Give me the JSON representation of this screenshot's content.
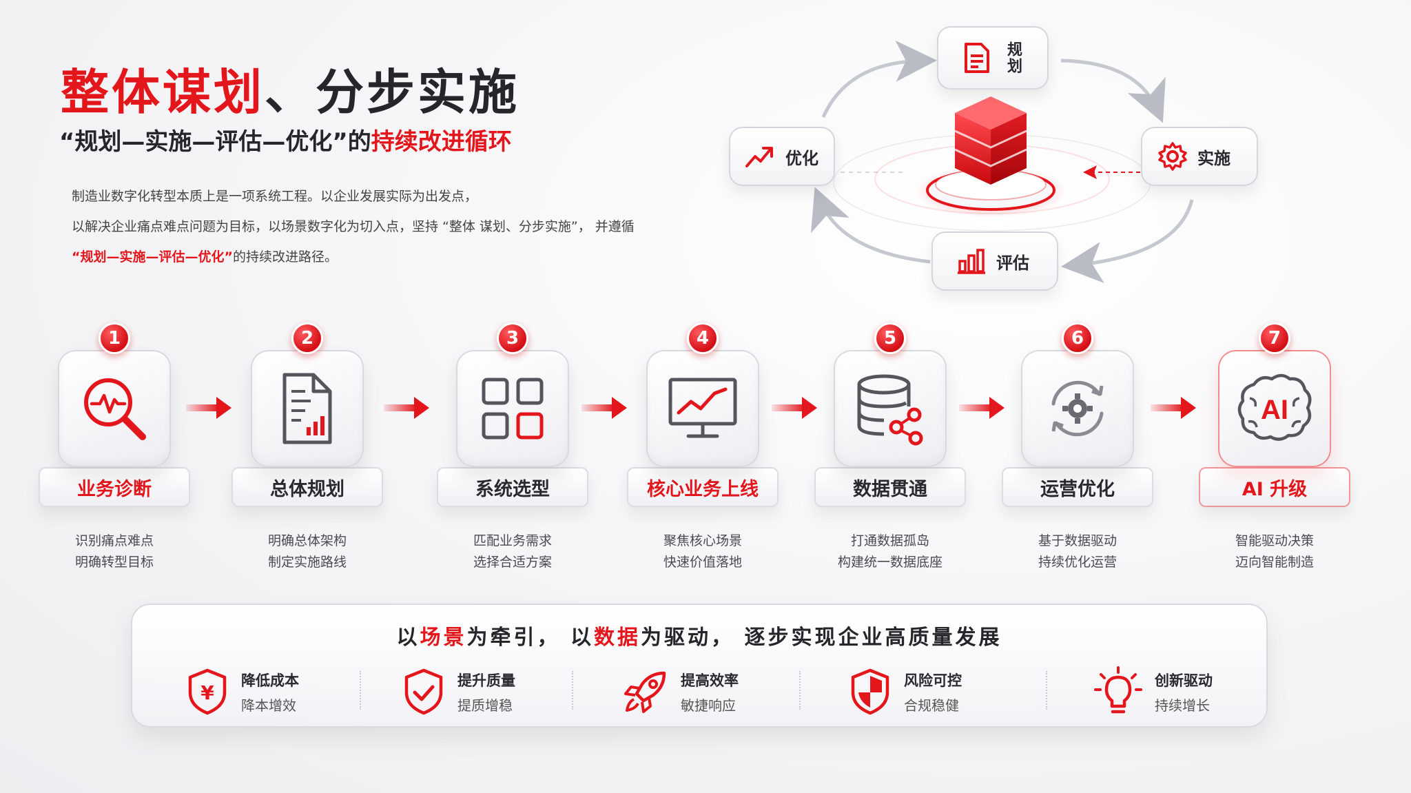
{
  "header": {
    "title_red": "整体谋划",
    "title_dark": "、分步实施",
    "subtitle_pre": "“规划—实施—评估—优化”的",
    "subtitle_red": "持续改进循环",
    "para1": "制造业数字化转型本质上是一项系统工程。以企业发展实际为出发点，",
    "para2": "以解决企业痛点难点问题为目标，以场景数字化为切入点，坚持 “整体 谋划、分步实施”， 并遵循",
    "para3_red": "“规划—实施—评估—优化”",
    "para3_rest": "的持续改进路径。"
  },
  "cycle": {
    "plan": "规划",
    "implement": "实施",
    "evaluate": "评估",
    "optimize": "优化"
  },
  "steps": [
    {
      "num": "1",
      "title": "业务诊断",
      "desc1": "识别痛点难点",
      "desc2": "明确转型目标",
      "icon": "search-pulse-icon"
    },
    {
      "num": "2",
      "title": "总体规划",
      "desc1": "明确总体架构",
      "desc2": "制定实施路线",
      "icon": "document-chart-icon"
    },
    {
      "num": "3",
      "title": "系统选型",
      "desc1": "匹配业务需求",
      "desc2": "选择合适方案",
      "icon": "grid-apps-icon"
    },
    {
      "num": "4",
      "title": "核心业务上线",
      "desc1": "聚焦核心场景",
      "desc2": "快速价值落地",
      "icon": "monitor-trend-icon"
    },
    {
      "num": "5",
      "title": "数据贯通",
      "desc1": "打通数据孤岛",
      "desc2": "构建统一数据底座",
      "icon": "database-share-icon"
    },
    {
      "num": "6",
      "title": "运营优化",
      "desc1": "基于数据驱动",
      "desc2": "持续优化运营",
      "icon": "gear-cycle-icon"
    },
    {
      "num": "7",
      "title": "AI 升级",
      "desc1": "智能驱动决策",
      "desc2": "迈向智能制造",
      "icon": "ai-brain-icon"
    }
  ],
  "panel": {
    "s1": "以",
    "s2_red": "场景",
    "s3": "为牵引， 以",
    "s4_red": "数据",
    "s5": "为驱动， 逐步实现企业高质量发展",
    "benefits": [
      {
        "title": "降低成本",
        "sub": "降本增效",
        "icon": "yuan-shield-icon"
      },
      {
        "title": "提升质量",
        "sub": "提质增稳",
        "icon": "check-shield-icon"
      },
      {
        "title": "提高效率",
        "sub": "敏捷响应",
        "icon": "rocket-icon"
      },
      {
        "title": "风险可控",
        "sub": "合规稳健",
        "icon": "half-shield-icon"
      },
      {
        "title": "创新驱动",
        "sub": "持续增长",
        "icon": "lightbulb-icon"
      }
    ]
  },
  "colors": {
    "accent": "#e3161c",
    "text": "#26262a",
    "muted": "#4a4a50"
  }
}
